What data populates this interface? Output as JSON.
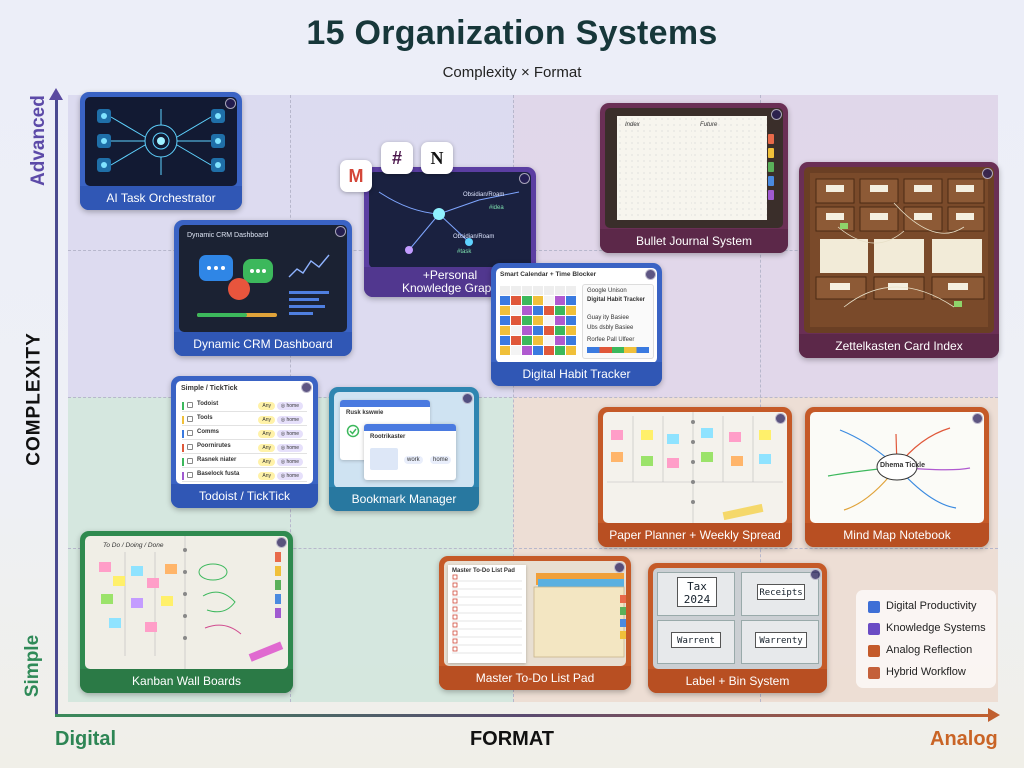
{
  "header": {
    "title": "15 Organization Systems",
    "subtitle": "Complexity × Format"
  },
  "axes": {
    "y_label": "COMPLEXITY",
    "y_top": "Advanced",
    "y_bottom": "Simple",
    "x_label": "FORMAT",
    "x_left": "Digital",
    "x_right": "Analog"
  },
  "cards": {
    "ai_task": "AI Task Orchestrator",
    "crm": "Dynamic CRM Dashboard",
    "crm_screen_title": "Dynamic CRM Dashboard",
    "pkg": "+Personal\nKnowledge Graph",
    "pkg_node1": "Obsidian/Roam",
    "pkg_node2": "Obsidian/Roam",
    "pkg_tag1": "#idea",
    "pkg_tag2": "#task",
    "bullet": "Bullet Journal System",
    "bullet_index": "Index",
    "bullet_future": "Future",
    "habit": "Digital Habit Tracker",
    "habit_screen_title": "Smart Calendar + Time Blocker",
    "habit_panel_title": "Google Unison",
    "habit_panel_sub": "Digital Habit Tracker",
    "zettel": "Zettelkasten Card Index",
    "todoist": "Todoist / TickTick",
    "todoist_screen_title": "Simple / TickTick",
    "bookmark": "Bookmark Manager",
    "bookmark_win1": "Rusk kswwie",
    "bookmark_win2": "Rootrikaster",
    "bookmark_pill1": "work",
    "bookmark_pill2": "home",
    "planner": "Paper Planner + Weekly Spread",
    "mindmap": "Mind Map Notebook",
    "mindmap_center": "Dhema Tickle",
    "kanban": "Kanban Wall Boards",
    "kanban_header": "To Do / Doing / Done",
    "master": "Master To-Do List Pad",
    "master_pad_title": "Master To-Do List Pad",
    "label_bin": "Label + Bin System",
    "bin1": "Tax\n2024",
    "bin2": "Receipts",
    "bin3": "Warrent",
    "bin4": "Warrenty"
  },
  "todo_rows": [
    {
      "label": "Todoist",
      "pill1": "Any",
      "pill2": "home"
    },
    {
      "label": "Tools",
      "pill1": "Any",
      "pill2": "home"
    },
    {
      "label": "Comms",
      "pill1": "Any",
      "pill2": "home"
    },
    {
      "label": "Poornirutes",
      "pill1": "Any",
      "pill2": "home"
    },
    {
      "label": "Rasnek niater",
      "pill1": "Any",
      "pill2": "home"
    },
    {
      "label": "Baselock fusta",
      "pill1": "Any",
      "pill2": "home"
    }
  ],
  "habit_rows": [
    "Guay ity Basiee",
    "Ubs dsbly Basiee",
    "Rorfee Pall Ulfeer"
  ],
  "legend": [
    {
      "label": "Digital Productivity",
      "color": "#3e6fd6"
    },
    {
      "label": "Knowledge Systems",
      "color": "#6a4bc4"
    },
    {
      "label": "Analog Reflection",
      "color": "#c45a2a"
    },
    {
      "label": "Hybrid Workflow",
      "color": "#c4603a"
    }
  ],
  "colors": {
    "digital": "#2d8554",
    "analog": "#c96426",
    "advanced": "#5c4aa8"
  }
}
